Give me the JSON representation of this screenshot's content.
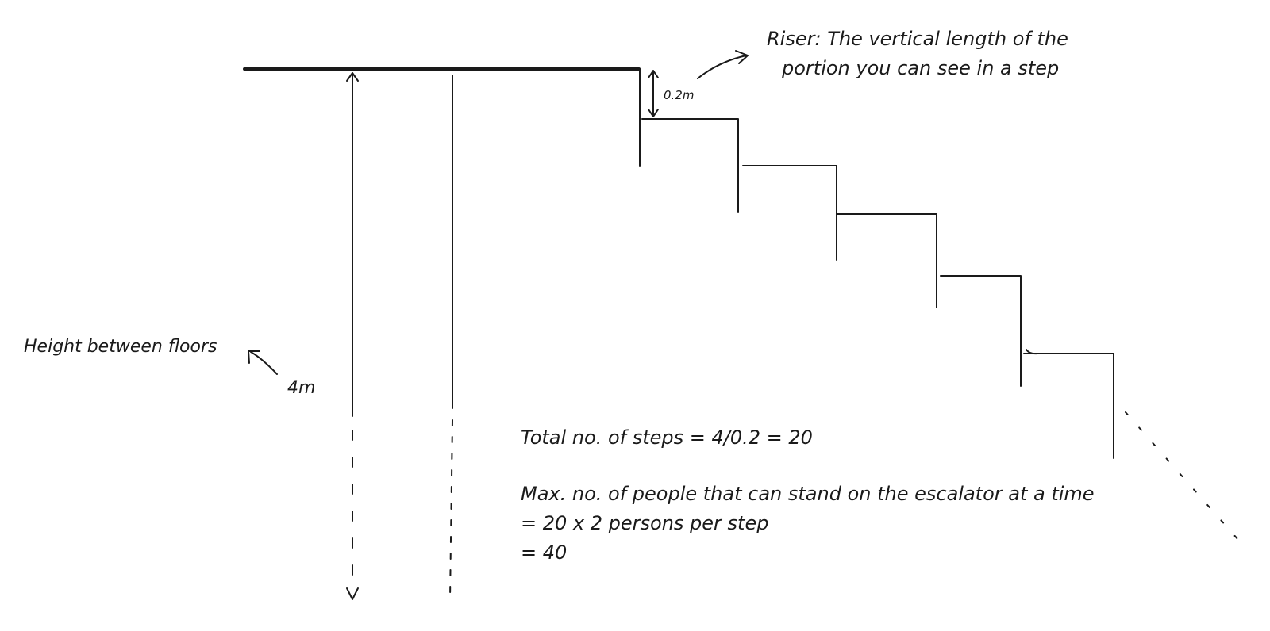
{
  "labels": {
    "riser_line1": "Riser: The vertical length of the",
    "riser_line2": "portion you can see in a step",
    "riser_height": "0.2m",
    "height_label": "Height between floors",
    "height_value": "4m"
  },
  "calculation": {
    "total_steps": "Total no. of steps = 4/0.2 = 20",
    "max_people_line1": "Max. no. of people that can stand on the escalator at a time",
    "max_people_line2": "= 20 x 2 persons per step",
    "max_people_line3": "= 40"
  }
}
